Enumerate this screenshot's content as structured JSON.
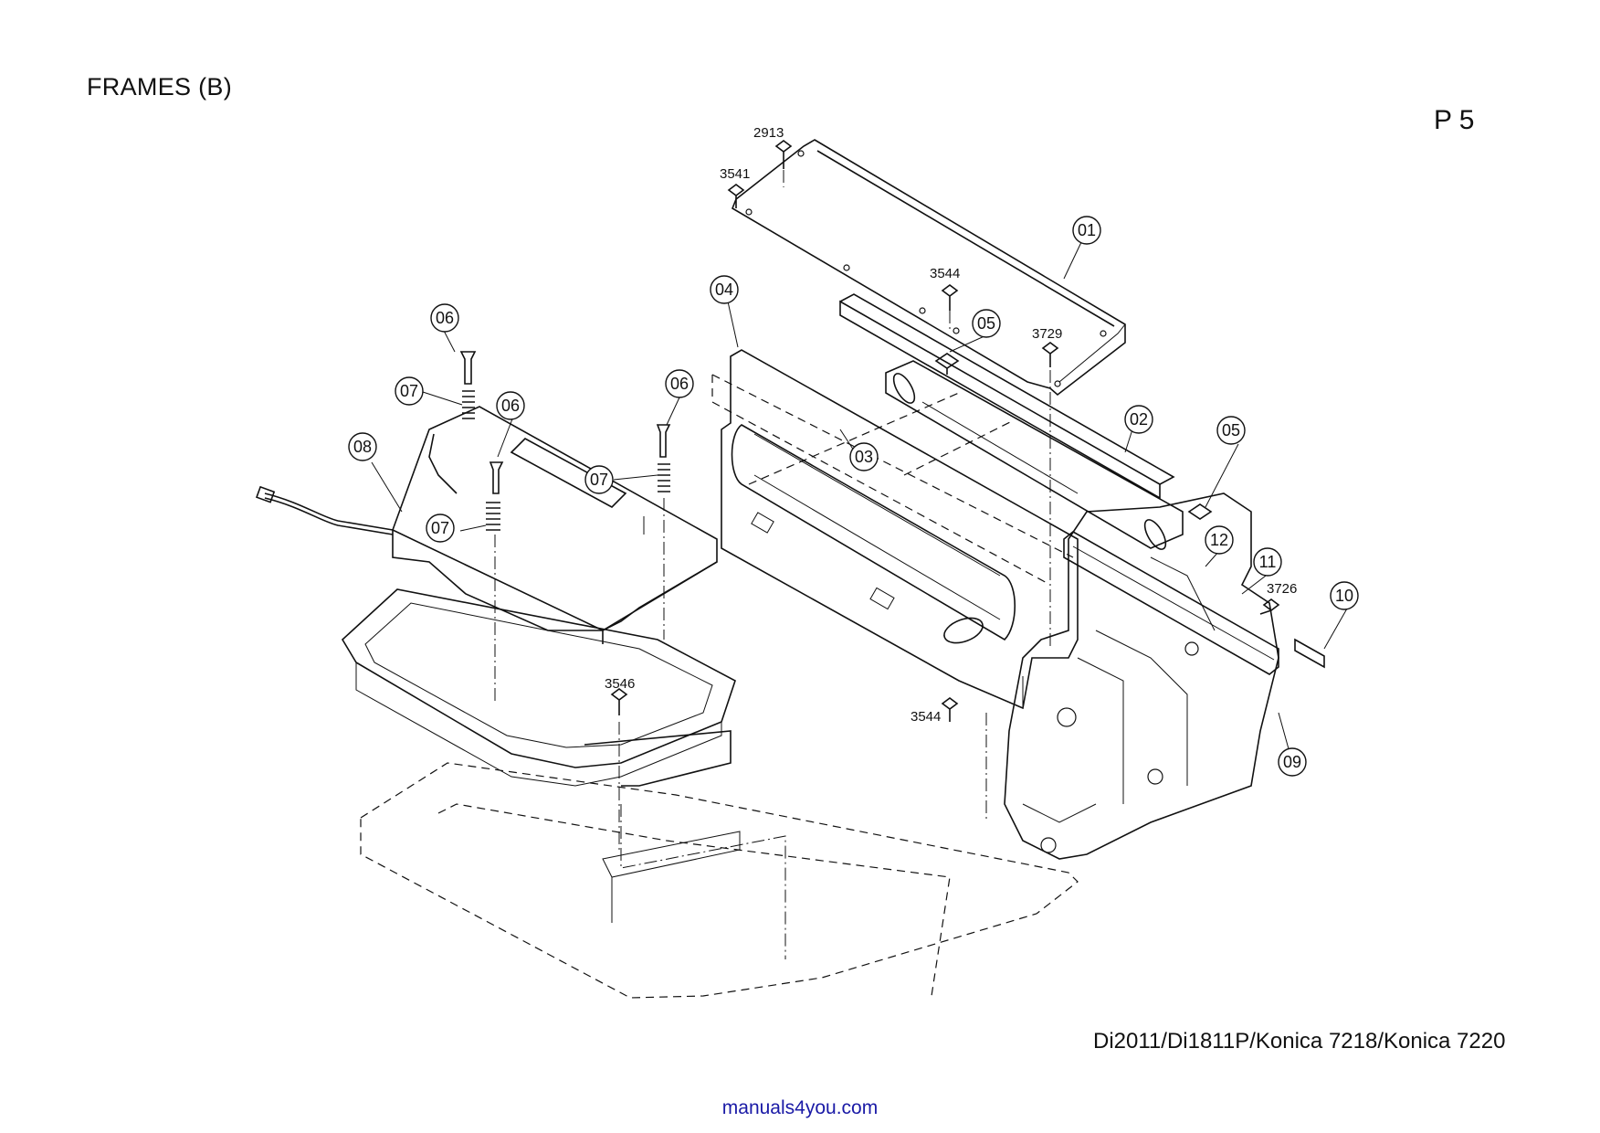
{
  "header": {
    "title": "FRAMES (B)",
    "page": "P 5"
  },
  "footer": {
    "model": "Di2011/Di1811P/Konica 7218/Konica 7220",
    "link": "manuals4you.com"
  },
  "callouts": {
    "c01": "01",
    "c02": "02",
    "c03": "03",
    "c04": "04",
    "c05a": "05",
    "c05b": "05",
    "c06a": "06",
    "c06b": "06",
    "c06c": "06",
    "c07a": "07",
    "c07b": "07",
    "c07c": "07",
    "c08": "08",
    "c09": "09",
    "c10": "10",
    "c11": "11",
    "c12": "12"
  },
  "part_numbers": {
    "p2913": "2913",
    "p3541": "3541",
    "p3544a": "3544",
    "p3729": "3729",
    "p3726": "3726",
    "p3546": "3546",
    "p3544b": "3544"
  }
}
